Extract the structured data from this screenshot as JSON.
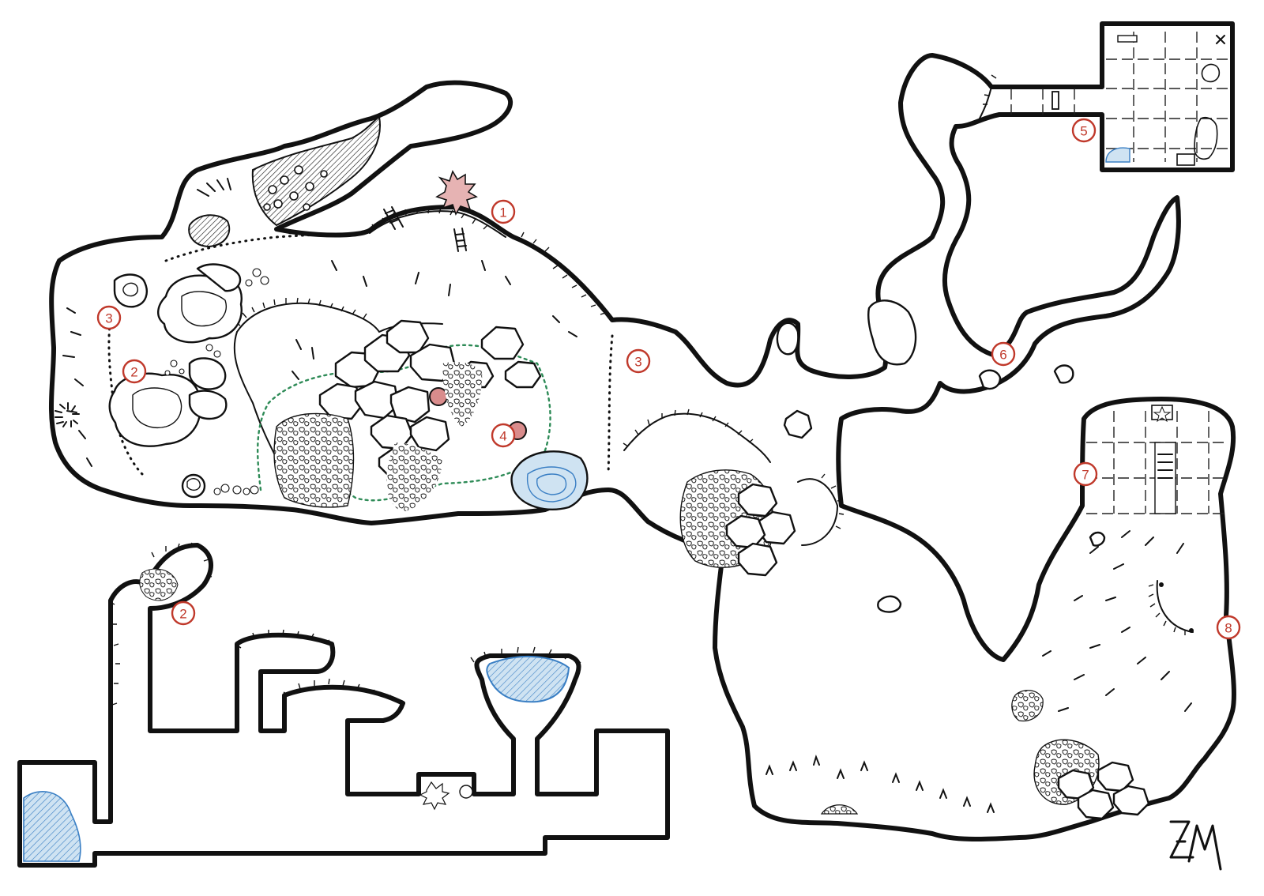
{
  "map": {
    "colors": {
      "ink": "#111111",
      "marker": "#c0392b",
      "marker_fill": "#d98c8c",
      "water": "#3a7fc4",
      "water_fill": "#cfe3f2",
      "green_path": "#2e8b57"
    },
    "markers": [
      {
        "label": "1",
        "icon": "spiky-creature-icon"
      },
      {
        "label": "2",
        "icon": "numbered-marker-icon"
      },
      {
        "label": "2",
        "icon": "numbered-marker-icon"
      },
      {
        "label": "3",
        "icon": "numbered-marker-icon"
      },
      {
        "label": "3",
        "icon": "numbered-marker-icon"
      },
      {
        "label": "4",
        "icon": "numbered-marker-icon"
      },
      {
        "label": "5",
        "icon": "numbered-marker-icon"
      },
      {
        "label": "6",
        "icon": "numbered-marker-icon"
      },
      {
        "label": "7",
        "icon": "numbered-marker-icon"
      },
      {
        "label": "8",
        "icon": "numbered-marker-icon"
      }
    ],
    "signature": "ZM"
  }
}
